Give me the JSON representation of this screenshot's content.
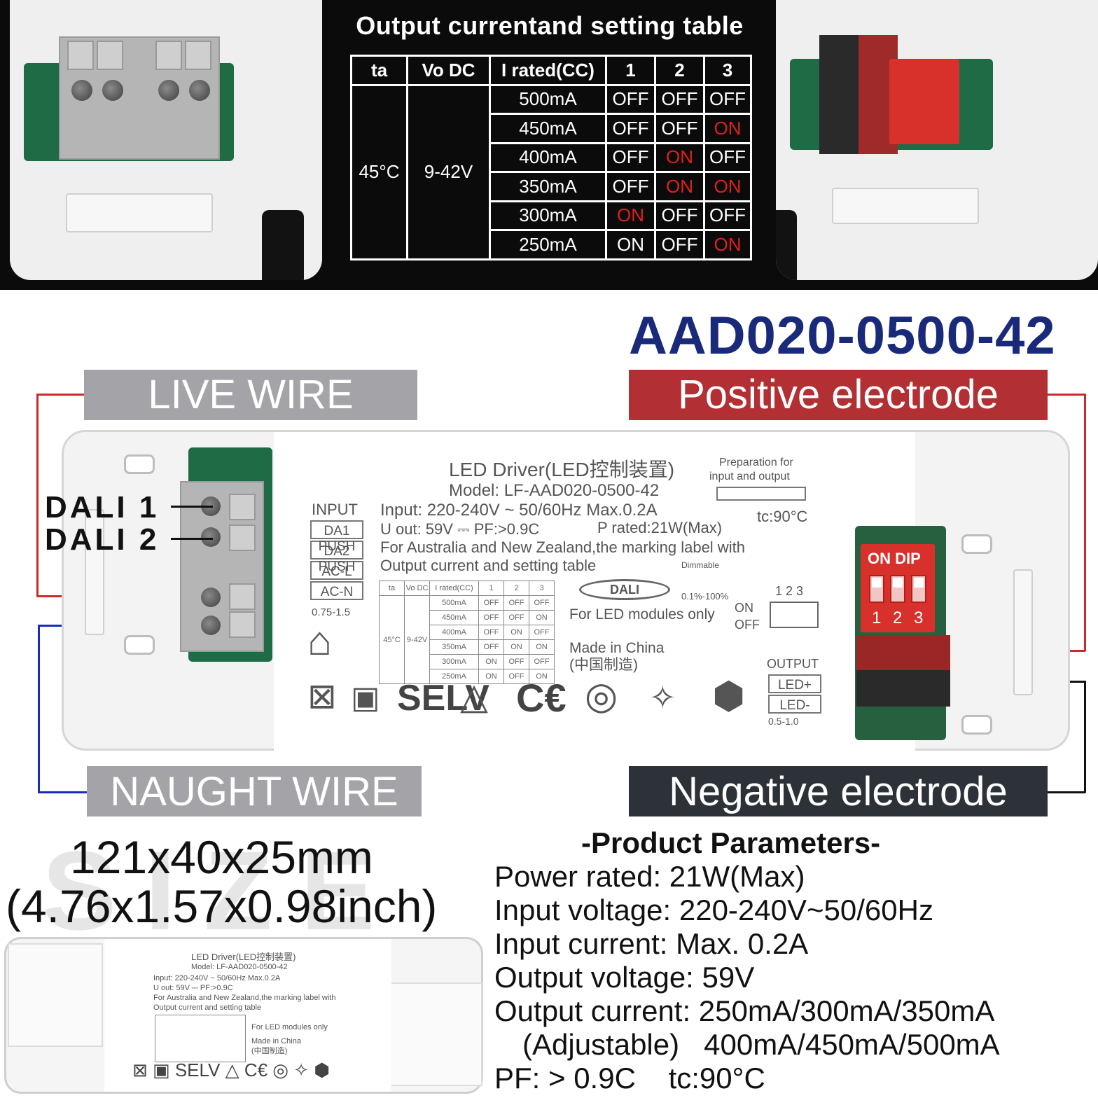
{
  "setting_table": {
    "title": "Output currentand setting table",
    "headers": [
      "ta",
      "Vo DC",
      "I rated(CC)",
      "1",
      "2",
      "3"
    ],
    "ta": "45°C",
    "vo_dc": "9-42V",
    "rows": [
      {
        "current": "500mA",
        "s1": "OFF",
        "s2": "OFF",
        "s3": "OFF"
      },
      {
        "current": "450mA",
        "s1": "OFF",
        "s2": "OFF",
        "s3": "ON"
      },
      {
        "current": "400mA",
        "s1": "OFF",
        "s2": "ON",
        "s3": "OFF"
      },
      {
        "current": "350mA",
        "s1": "OFF",
        "s2": "ON",
        "s3": "ON"
      },
      {
        "current": "300mA",
        "s1": "ON",
        "s2": "OFF",
        "s3": "OFF"
      },
      {
        "current": "250mA",
        "s1": "ON",
        "s2": "OFF",
        "s3": "ON"
      }
    ]
  },
  "model_title": "AAD020-0500-42",
  "labels": {
    "live_wire": "LIVE WIRE",
    "positive_electrode": "Positive electrode",
    "naught_wire": "NAUGHT WIRE",
    "negative_electrode": "Negative electrode",
    "dali1": "DALI 1",
    "dali2": "DALI 2"
  },
  "driver_label": {
    "title": "LED Driver(LED控制装置)",
    "model": "Model: LF-AAD020-0500-42",
    "prep": "Preparation for",
    "prep2": "input and output",
    "input_head": "INPUT",
    "input_terms": [
      "DA1 PUSH",
      "DA2 PUSH",
      "AC-L",
      "AC-N"
    ],
    "input_wire": "0.75-1.5",
    "input_line": "Input: 220-240V ~ 50/60Hz    Max.0.2A",
    "tc": "tc:90°C",
    "uout": "U out: 59V ⎓     PF:>0.9C",
    "prated": "P rated:21W(Max)",
    "aus": "For Australia and New Zealand,the marking label with",
    "table_title": "Output current and setting table",
    "dimmable": "Dimmable",
    "dim_range": "0.1%-100%",
    "dali_logo": "DALI",
    "led_only": "For LED modules only",
    "switch_nums": "1 2 3",
    "on": "ON",
    "off": "OFF",
    "made": "Made in China",
    "made_cn": "(中国制造)",
    "output_head": "OUTPUT",
    "output_terms": [
      "LED+",
      "LED-"
    ],
    "output_wire": "0.5-1.0",
    "selv": "SELV",
    "dip_label": "ON DIP",
    "dip_nums": [
      "1",
      "2",
      "3"
    ]
  },
  "mini_table": {
    "headers": [
      "ta",
      "Vo DC",
      "I rated(CC)",
      "1",
      "2",
      "3"
    ],
    "ta": "45°C",
    "vo": "9-42V",
    "rows": [
      [
        "500mA",
        "OFF",
        "OFF",
        "OFF"
      ],
      [
        "450mA",
        "OFF",
        "OFF",
        "ON"
      ],
      [
        "400mA",
        "OFF",
        "ON",
        "OFF"
      ],
      [
        "350mA",
        "OFF",
        "ON",
        "ON"
      ],
      [
        "300mA",
        "ON",
        "OFF",
        "OFF"
      ],
      [
        "250mA",
        "ON",
        "OFF",
        "ON"
      ]
    ]
  },
  "size": {
    "ghost": "SIZE",
    "mm": "121x40x25mm",
    "inch": "(4.76x1.57x0.98inch)"
  },
  "parameters": {
    "title": "-Product Parameters-",
    "power": "Power rated: 21W(Max)",
    "input_voltage": "Input voltage: 220-240V~50/60Hz",
    "input_current": "Input current: Max. 0.2A",
    "output_voltage": "Output voltage: 59V",
    "output_current": "Output current: 250mA/300mA/350mA",
    "adjustable": "(Adjustable)   400mA/450mA/500mA",
    "pf_tc": "PF: > 0.9C    tc:90°C"
  },
  "colors": {
    "model": "#1a2a7a",
    "positive": "#b23034",
    "negative": "#2d3238",
    "gray_label": "#a3a3a8",
    "on_red": "#e0201c"
  }
}
